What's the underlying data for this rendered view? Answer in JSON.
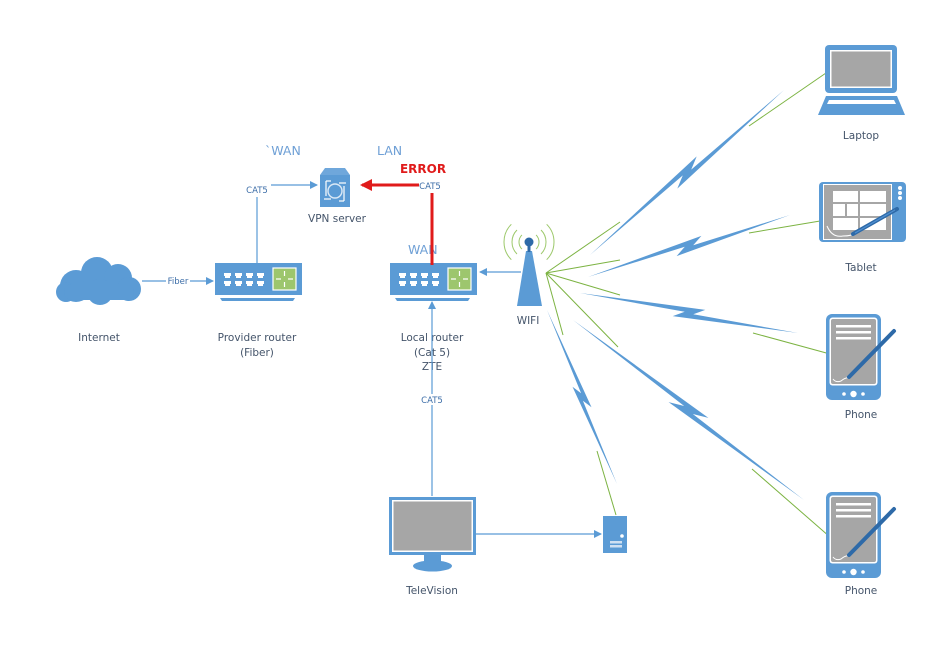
{
  "diagram": {
    "zones": {
      "wan_vpn": "`WAN",
      "lan_vpn": "LAN",
      "wan_local_router": "WAN"
    },
    "error_label": "ERROR",
    "connections": {
      "internet_to_provider": "Fiber",
      "provider_to_vpn": "CAT5",
      "local_router_to_vpn": "CAT5",
      "tv_to_local_router": "CAT5"
    },
    "nodes": {
      "internet": {
        "label": "Internet"
      },
      "provider_router": {
        "label_line1": "Provider router",
        "label_line2": "(Fiber)"
      },
      "vpn_server": {
        "label": "VPN server"
      },
      "local_router": {
        "label_line1": "Local router",
        "label_line2": "(Cat 5)",
        "label_line3": "ZTE"
      },
      "wifi": {
        "label": "WIFI"
      },
      "television": {
        "label": "TeleVision"
      },
      "laptop": {
        "label": "Laptop"
      },
      "tablet": {
        "label": "Tablet"
      },
      "phone_1": {
        "label": "Phone"
      },
      "phone_2": {
        "label": "Phone"
      }
    }
  },
  "colors": {
    "device_blue": "#5b9bd5",
    "error_red": "#e01b1b",
    "wireless_green": "#7cb342",
    "screen_gray": "#a6a6a6",
    "router_green": "#9dc66d"
  }
}
